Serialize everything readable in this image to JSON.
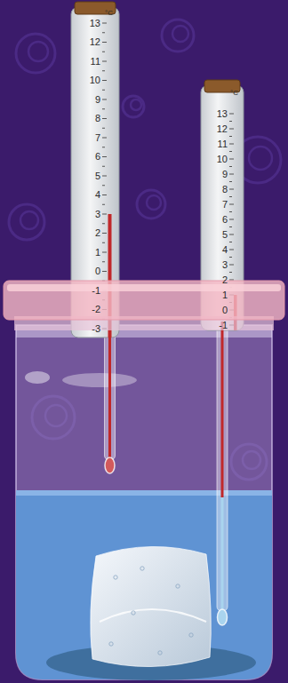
{
  "diagram": {
    "nodes": [
      {
        "text": [
          "°C",
          "13",
          "12",
          "11",
          "10",
          "9",
          "8",
          "7",
          "6",
          "5",
          "4",
          "3",
          "2",
          "1",
          "0",
          "-1",
          "-2",
          "-3"
        ]
      },
      {
        "text": [
          "°C",
          "13",
          "12",
          "11",
          "10",
          "9",
          "8",
          "7",
          "6",
          "5",
          "4",
          "3",
          "2",
          "1",
          "0",
          "-1"
        ]
      }
    ]
  }
}
